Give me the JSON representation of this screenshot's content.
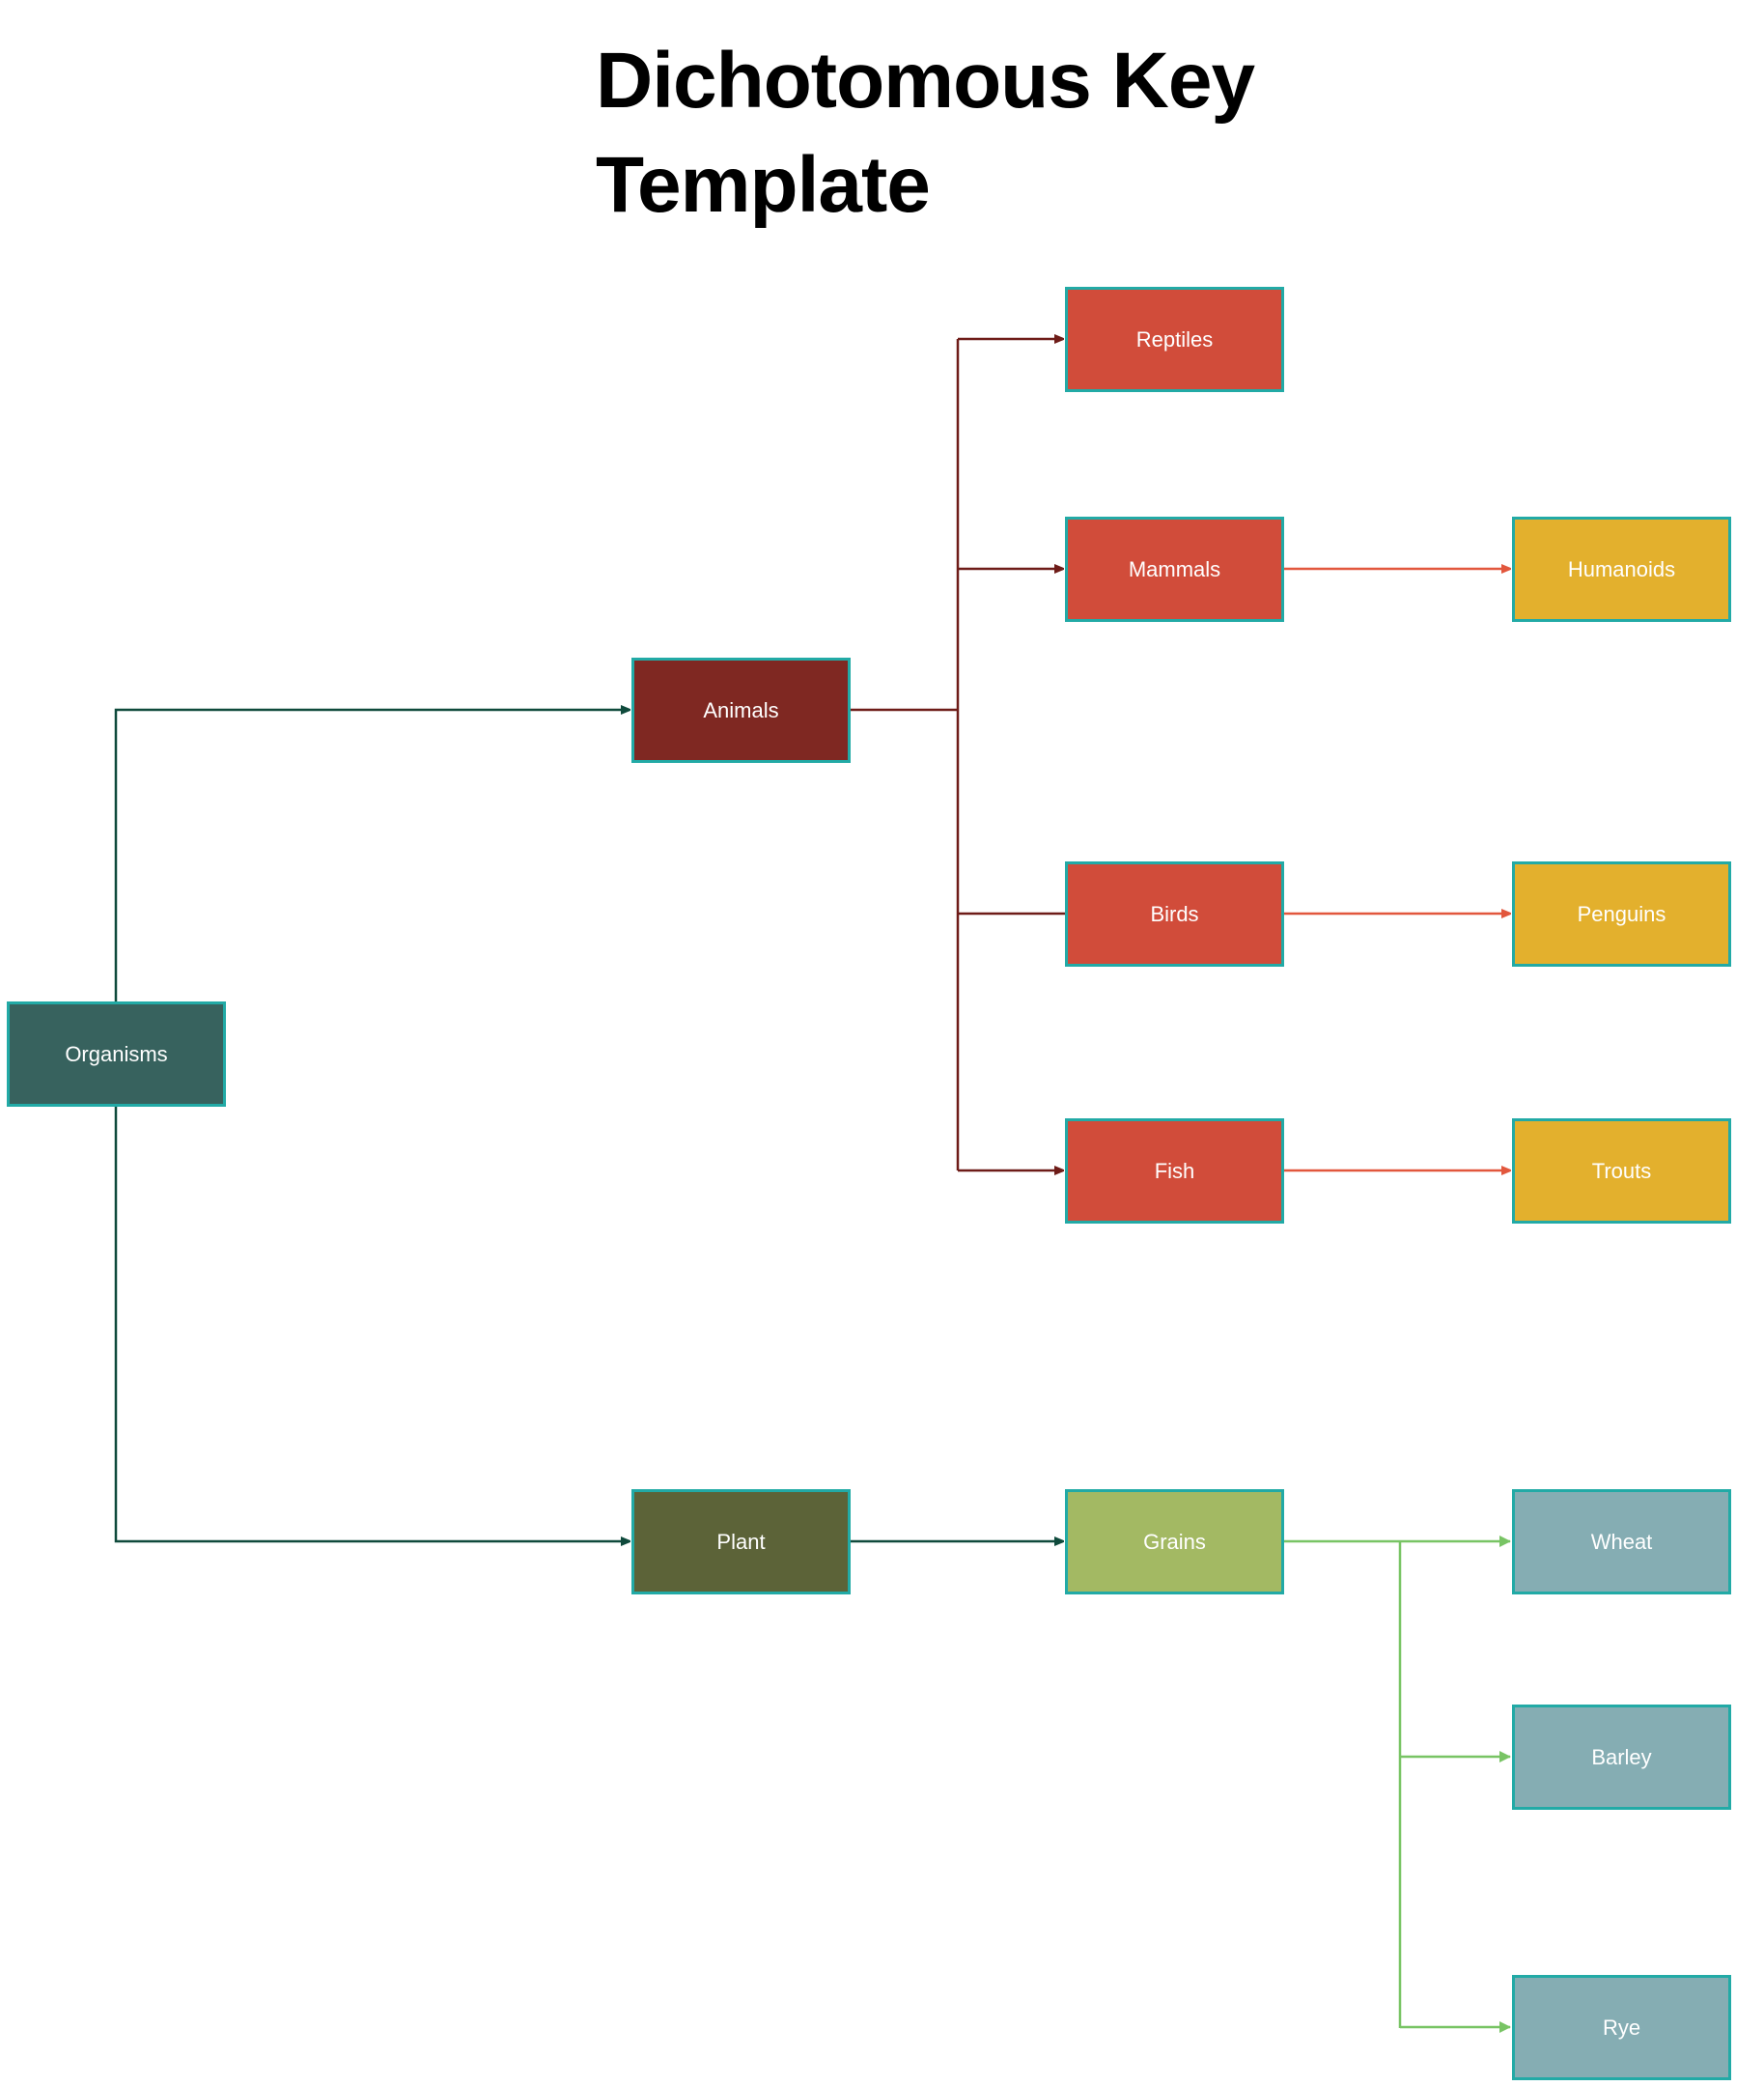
{
  "title": "Dichotomous Key Template",
  "nodes": {
    "organisms": "Organisms",
    "animals": "Animals",
    "plant": "Plant",
    "reptiles": "Reptiles",
    "mammals": "Mammals",
    "birds": "Birds",
    "fish": "Fish",
    "grains": "Grains",
    "humanoids": "Humanoids",
    "penguins": "Penguins",
    "trouts": "Trouts",
    "wheat": "Wheat",
    "barley": "Barley",
    "rye": "Rye"
  },
  "colors": {
    "root": "#37625e",
    "animals": "#7f2822",
    "plant": "#5c6338",
    "animal_groups": "#d14c3a",
    "grains": "#a3b963",
    "animal_leaves": "#e3b02d",
    "grain_leaves": "#85adb3",
    "border": "#22aaa6"
  }
}
